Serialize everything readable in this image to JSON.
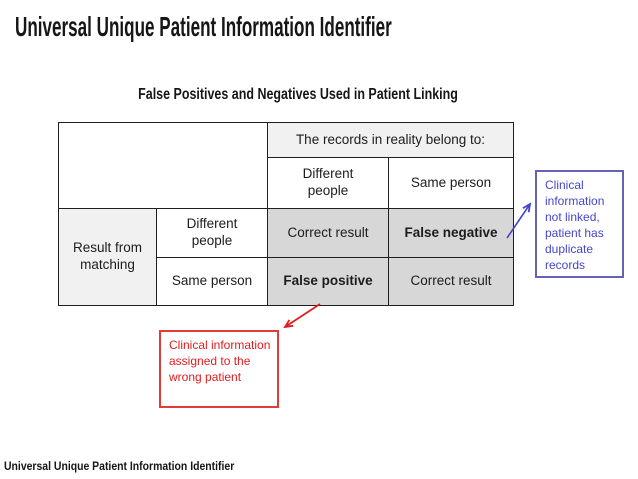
{
  "slide": {
    "title": "Universal Unique Patient Information Identifier",
    "subtitle": "False Positives and Negatives Used in Patient Linking",
    "footer": "Universal Unique Patient Information Identifier"
  },
  "table": {
    "reality_header": "The records in reality belong to:",
    "reality_columns": [
      "Different people",
      "Same person"
    ],
    "matching_label": "Result from matching",
    "matching_rows": [
      "Different people",
      "Same person"
    ],
    "results": [
      [
        "Correct result",
        "False negative"
      ],
      [
        "False positive",
        "Correct result"
      ]
    ]
  },
  "callouts": {
    "false_negative": {
      "text": "Clinical information not linked, patient has duplicate records"
    },
    "false_positive": {
      "text": "Clinical information assigned to the wrong patient"
    }
  },
  "colors": {
    "false_negative_text": "#4545cd",
    "false_positive_text": "#e11c1c",
    "callout_blue_border": "#6363b8",
    "callout_red_border": "#e13b3b",
    "header_cell_bg": "#f1f1f1",
    "result_cell_bg": "#d7d7d7",
    "table_border": "#1f1f1f"
  }
}
